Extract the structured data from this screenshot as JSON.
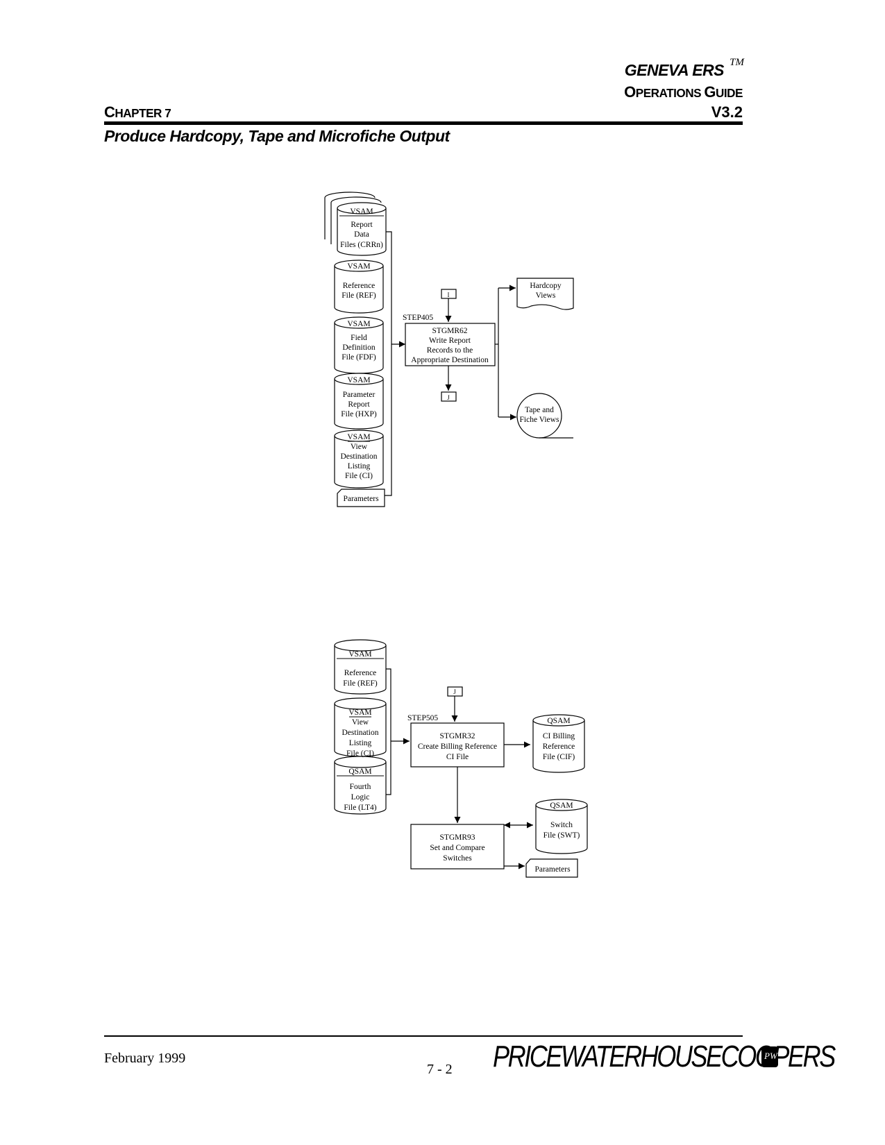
{
  "header": {
    "product_name": "GENEVA ERS",
    "trademark": "TM",
    "guide_title_parts": [
      "O",
      "PERATIONS ",
      "G",
      "UIDE"
    ],
    "version": "V3.2",
    "chapter_parts": [
      "C",
      "HAPTER 7"
    ],
    "section_title": "Produce Hardcopy, Tape and Microfiche Output"
  },
  "diagram1": {
    "inputs": [
      {
        "type": "VSAM",
        "lines": [
          "Report",
          "Data",
          "Files (CRRn)"
        ]
      },
      {
        "type": "VSAM",
        "lines": [
          "Reference",
          "File (REF)"
        ]
      },
      {
        "type": "VSAM",
        "lines": [
          "Field",
          "Definition",
          "File (FDF)"
        ]
      },
      {
        "type": "VSAM",
        "lines": [
          "Parameter",
          "Report",
          "File (HXP)"
        ]
      },
      {
        "type": "VSAM",
        "lines": [
          "View",
          "Destination",
          "Listing",
          "File (CI)"
        ]
      }
    ],
    "parameters": "Parameters",
    "connector_in": "I",
    "connector_out": "J",
    "step": "STEP405",
    "program_lines": [
      "STGMR62",
      "Write Report",
      "Records to the",
      "Appropriate Destination"
    ],
    "outputs": {
      "hardcopy": [
        "Hardcopy",
        "Views"
      ],
      "tape": [
        "Tape and",
        "Fiche Views"
      ]
    }
  },
  "diagram2": {
    "inputs": [
      {
        "type": "VSAM",
        "lines": [
          "Reference",
          "File (REF)"
        ]
      },
      {
        "type": "VSAM",
        "lines": [
          "View",
          "Destination",
          "Listing",
          "File (CI)"
        ]
      },
      {
        "type": "QSAM",
        "lines": [
          "Fourth",
          "Logic",
          "File (LT4)"
        ]
      }
    ],
    "connector_in": "J",
    "step": "STEP505",
    "program1_lines": [
      "STGMR32",
      "Create Billing Reference",
      "CI File"
    ],
    "output1": {
      "type": "QSAM",
      "lines": [
        "CI Billing",
        "Reference",
        "File (CIF)"
      ]
    },
    "program2_lines": [
      "STGMR93",
      "Set and Compare",
      "Switches"
    ],
    "output2": {
      "type": "QSAM",
      "lines": [
        "Switch",
        "File (SWT)"
      ]
    },
    "parameters": "Parameters"
  },
  "footer": {
    "date": "February 1999",
    "page": "7 - 2",
    "logo_text": "PRICEWATERHOUSECOOPERS",
    "logo_mark": "PW"
  }
}
